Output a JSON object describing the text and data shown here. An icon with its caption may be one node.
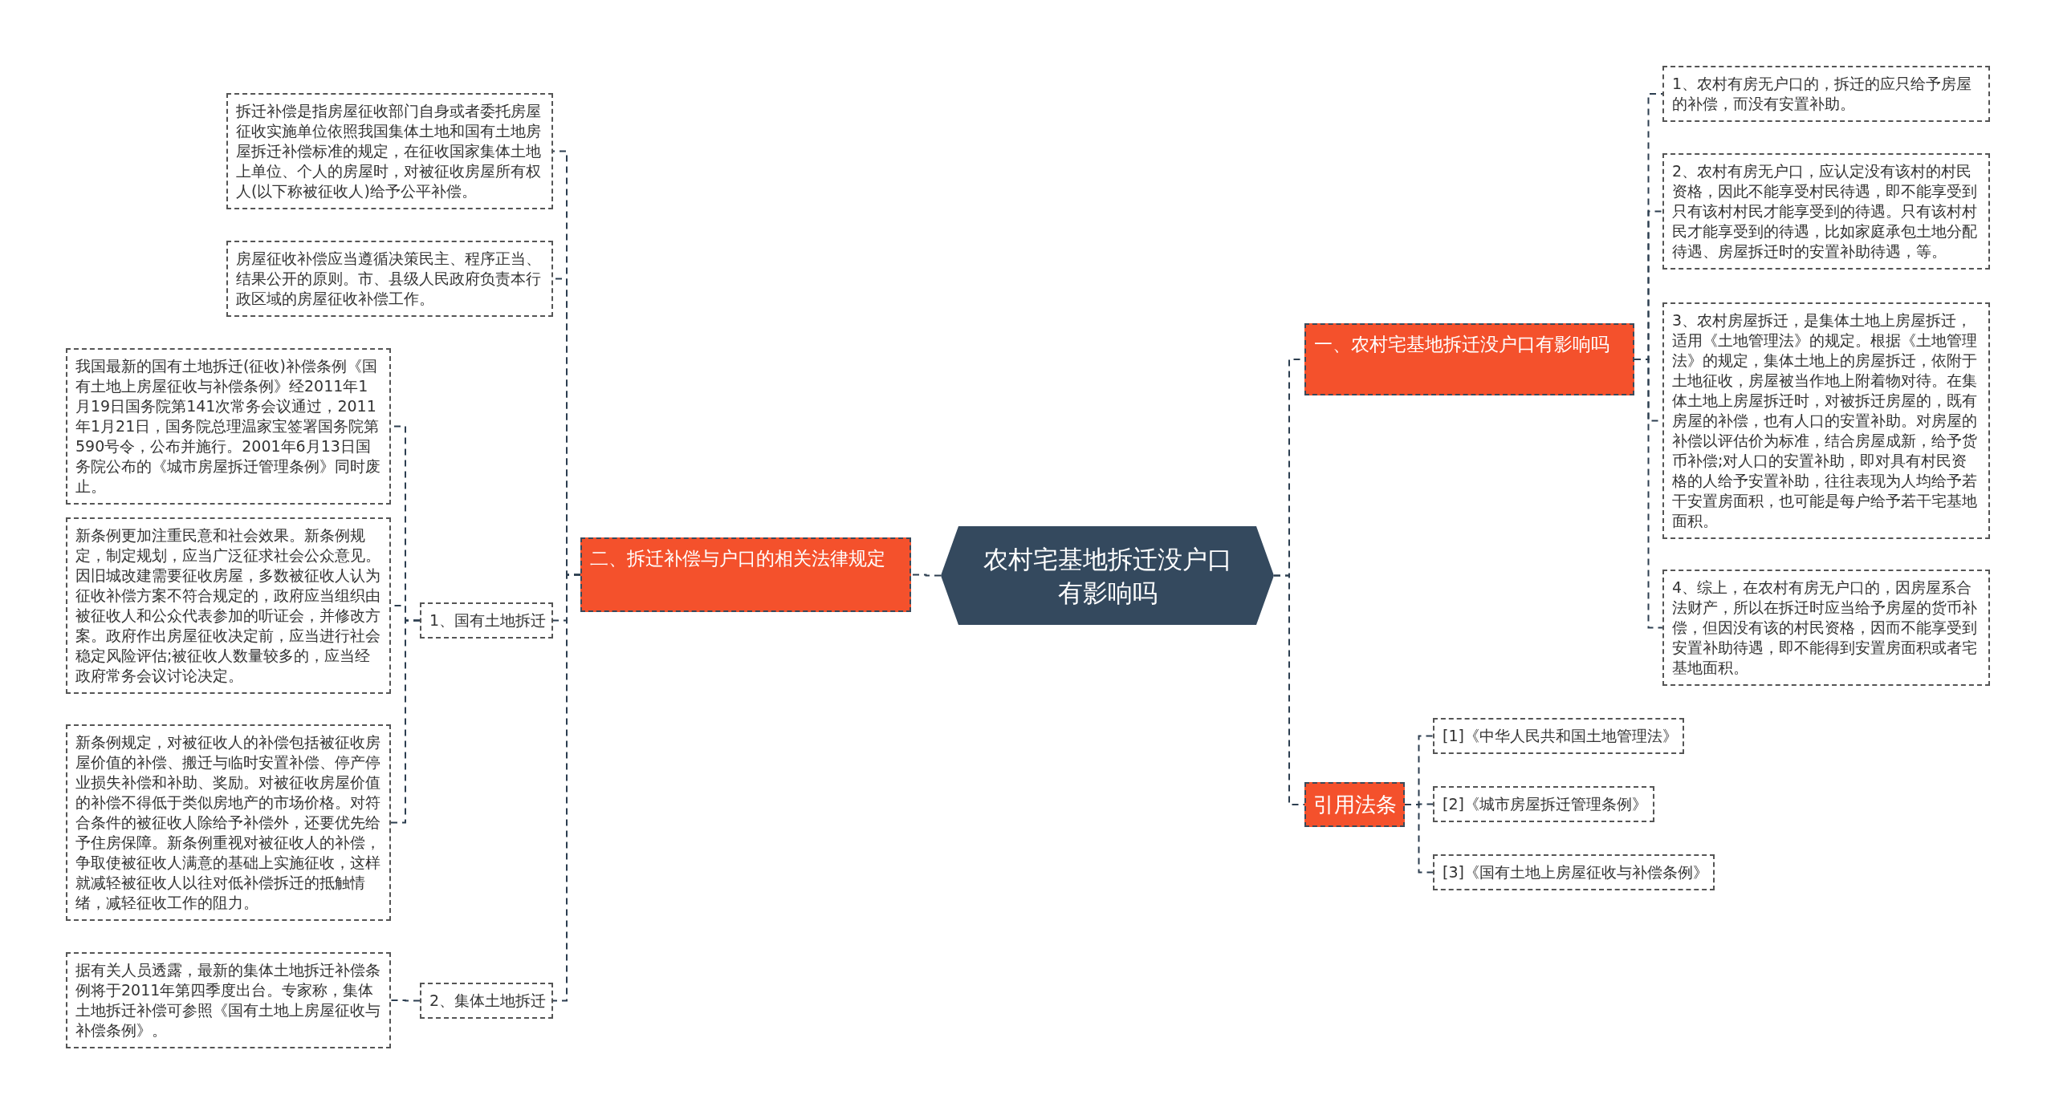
{
  "diagram": {
    "nodes": [
      {
        "text": [
          "农村宅基地拆迁没户口有影响吗"
        ]
      },
      {
        "text": [
          "一、农村宅基地拆迁没户口有影响吗"
        ]
      },
      {
        "text": [
          "1、农村有房无户口的，拆迁的应只给予房屋的补偿，而没有安置补助。"
        ]
      },
      {
        "text": [
          "2、农村有房无户口，应认定没有该村的村民资格，因此不能享受村民待遇，即不能享受到只有该村村民才能享受到的待遇。只有该村村民才能享受到的待遇，比如家庭承包土地分配待遇、房屋拆迁时的安置补助待遇，等。"
        ]
      },
      {
        "text": [
          "3、农村房屋拆迁，是集体土地上房屋拆迁，适用《土地管理法》的规定。根据《土地管理法》的规定，集体土地上的房屋拆迁，依附于土地征收，房屋被当作地上附着物对待。在集体土地上房屋拆迁时，对被拆迁房屋的，既有房屋的补偿，也有人口的安置补助。对房屋的补偿以评估价为标准，结合房屋成新，给予货币补偿;对人口的安置补助，即对具有村民资格的人给予安置补助，往往表现为人均给予若干安置房面积，也可能是每户给予若干宅基地面积。"
        ]
      },
      {
        "text": [
          "4、综上，在农村有房无户口的，因房屋系合法财产，所以在拆迁时应当给予房屋的货币补偿，但因没有该的村民资格，因而不能享受到安置补助待遇，即不能得到安置房面积或者宅基地面积。"
        ]
      },
      {
        "text": [
          "引用法条"
        ]
      },
      {
        "text": [
          "[1]《中华人民共和国土地管理法》"
        ]
      },
      {
        "text": [
          "[2]《城市房屋拆迁管理条例》"
        ]
      },
      {
        "text": [
          "[3]《国有土地上房屋征收与补偿条例》"
        ]
      },
      {
        "text": [
          "二、拆迁补偿与户口的相关法律规定"
        ]
      },
      {
        "text": [
          "拆迁补偿是指房屋征收部门自身或者委托房屋征收实施单位依照我国集体土地和国有土地房屋拆迁补偿标准的规定，在征收国家集体土地上单位、个人的房屋时，对被征收房屋所有权人(以下称被征收人)给予公平补偿。"
        ]
      },
      {
        "text": [
          "房屋征收补偿应当遵循决策民主、程序正当、结果公开的原则。市、县级人民政府负责本行政区域的房屋征收补偿工作。"
        ]
      },
      {
        "text": [
          "1、国有土地拆迁"
        ]
      },
      {
        "text": [
          "我国最新的国有土地拆迁(征收)补偿条例《国有土地上房屋征收与补偿条例》经2011年1月19日国务院第141次常务会议通过，2011年1月21日，国务院总理温家宝签署国务院第590号令，公布并施行。2001年6月13日国务院公布的《城市房屋拆迁管理条例》同时废止。"
        ]
      },
      {
        "text": [
          "新条例更加注重民意和社会效果。新条例规定，制定规划，应当广泛征求社会公众意见。因旧城改建需要征收房屋，多数被征收人认为征收补偿方案不符合规定的，政府应当组织由被征收人和公众代表参加的听证会，并修改方案。政府作出房屋征收决定前，应当进行社会稳定风险评估;被征收人数量较多的，应当经政府常务会议讨论决定。"
        ]
      },
      {
        "text": [
          "新条例规定，对被征收人的补偿包括被征收房屋价值的补偿、搬迁与临时安置补偿、停产停业损失补偿和补助、奖励。对被征收房屋价值的补偿不得低于类似房地产的市场价格。对符合条件的被征收人除给予补偿外，还要优先给予住房保障。新条例重视对被征收人的补偿，争取使被征收人满意的基础上实施征收，这样就减轻被征收人以往对低补偿拆迁的抵触情绪，减轻征收工作的阻力。"
        ]
      },
      {
        "text": [
          "2、集体土地拆迁"
        ]
      },
      {
        "text": [
          "据有关人员透露，最新的集体土地拆迁补偿条例将于2011年第四季度出台。专家称，集体土地拆迁补偿可参照《国有土地上房屋征收与补偿条例》。"
        ]
      }
    ],
    "edges": [
      {
        "from": 0,
        "to": 1,
        "arrow": "none",
        "style": "dashed"
      },
      {
        "from": 1,
        "to": 2,
        "arrow": "none",
        "style": "dashed"
      },
      {
        "from": 1,
        "to": 3,
        "arrow": "none",
        "style": "dashed"
      },
      {
        "from": 1,
        "to": 4,
        "arrow": "none",
        "style": "dashed"
      },
      {
        "from": 1,
        "to": 5,
        "arrow": "none",
        "style": "dashed"
      },
      {
        "from": 0,
        "to": 6,
        "arrow": "none",
        "style": "dashed"
      },
      {
        "from": 6,
        "to": 7,
        "arrow": "none",
        "style": "dashed"
      },
      {
        "from": 6,
        "to": 8,
        "arrow": "none",
        "style": "dashed"
      },
      {
        "from": 6,
        "to": 9,
        "arrow": "none",
        "style": "dashed"
      },
      {
        "from": 0,
        "to": 10,
        "arrow": "none",
        "style": "dashed"
      },
      {
        "from": 10,
        "to": 11,
        "arrow": "none",
        "style": "dashed"
      },
      {
        "from": 10,
        "to": 12,
        "arrow": "none",
        "style": "dashed"
      },
      {
        "from": 10,
        "to": 13,
        "arrow": "none",
        "style": "dashed"
      },
      {
        "from": 13,
        "to": 14,
        "arrow": "none",
        "style": "dashed"
      },
      {
        "from": 13,
        "to": 15,
        "arrow": "none",
        "style": "dashed"
      },
      {
        "from": 13,
        "to": 16,
        "arrow": "none",
        "style": "dashed"
      },
      {
        "from": 10,
        "to": 17,
        "arrow": "none",
        "style": "dashed"
      },
      {
        "from": 17,
        "to": 18,
        "arrow": "none",
        "style": "dashed"
      }
    ]
  }
}
